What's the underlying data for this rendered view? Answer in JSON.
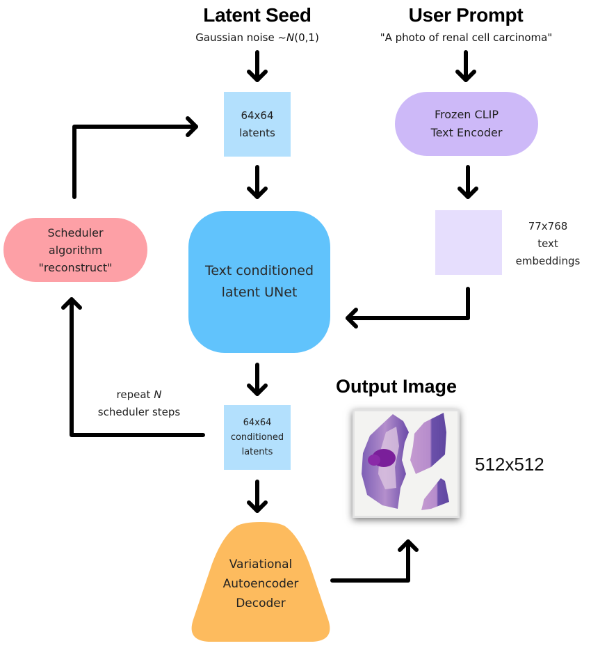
{
  "latent_seed": {
    "title": "Latent Seed",
    "subtitle_prefix": "Gaussian noise ~",
    "subtitle_symbol": "N",
    "subtitle_suffix": "(0,1)"
  },
  "user_prompt": {
    "title": "User Prompt",
    "subtitle": "\"A photo of renal cell carcinoma\""
  },
  "nodes": {
    "latents": {
      "line1": "64x64",
      "line2": "latents"
    },
    "clip": {
      "line1": "Frozen CLIP",
      "line2": "Text Encoder"
    },
    "embeddings": {
      "line1": "77x768",
      "line2": "text",
      "line3": "embeddings"
    },
    "unet": {
      "line1": "Text conditioned",
      "line2": "latent UNet"
    },
    "scheduler": {
      "line1": "Scheduler",
      "line2": "algorithm",
      "line3": "\"reconstruct\""
    },
    "conditioned_latents": {
      "line1": "64x64",
      "line2": "conditioned",
      "line3": "latents"
    },
    "vae": {
      "line1": "Variational",
      "line2": "Autoencoder",
      "line3": "Decoder"
    }
  },
  "loop_label": {
    "prefix": "repeat ",
    "symbol": "N",
    "line2": "scheduler steps"
  },
  "output": {
    "title": "Output Image",
    "size": "512x512",
    "image_desc": "H&E stained histology tissue sample"
  },
  "colors": {
    "latents": "#b3e0fd",
    "unet": "#61c3fc",
    "clip": "#cdb9f8",
    "embeddings": "#e6defd",
    "scheduler": "#fda0a6",
    "vae": "#fdbb5e"
  }
}
